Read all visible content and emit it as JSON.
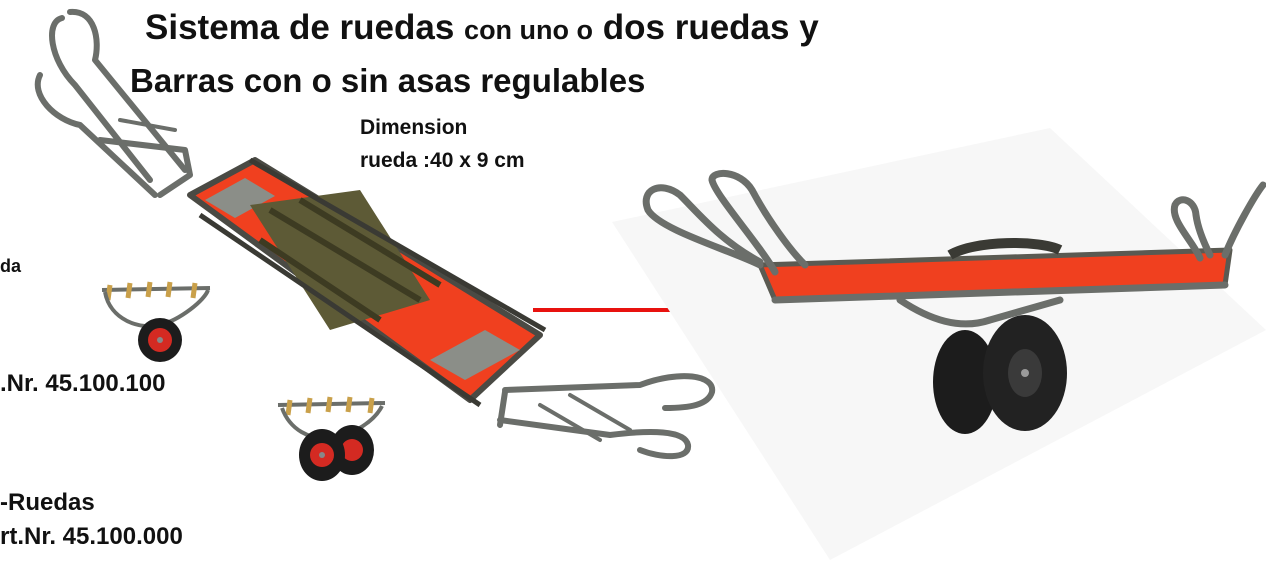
{
  "title": {
    "part1": "Sistema de ruedas",
    "part2": "con uno o",
    "part3": "dos ruedas y",
    "line2": "Barras con o sin asas regulables"
  },
  "dimension": {
    "label": "Dimension",
    "value": "rueda :40 x 9 cm"
  },
  "captions": {
    "fragment_single": "da",
    "art_single": ".Nr. 45.100.100",
    "fragment_double": "-Ruedas",
    "art_double": "rt.Nr. 45.100.000"
  },
  "colors": {
    "stretcher_red": "#f0401f",
    "frame_gray": "#6b6e6a",
    "arrow_red": "#e8120f",
    "tire_black": "#1c1c1c",
    "strap_olive": "#5d5a36"
  }
}
